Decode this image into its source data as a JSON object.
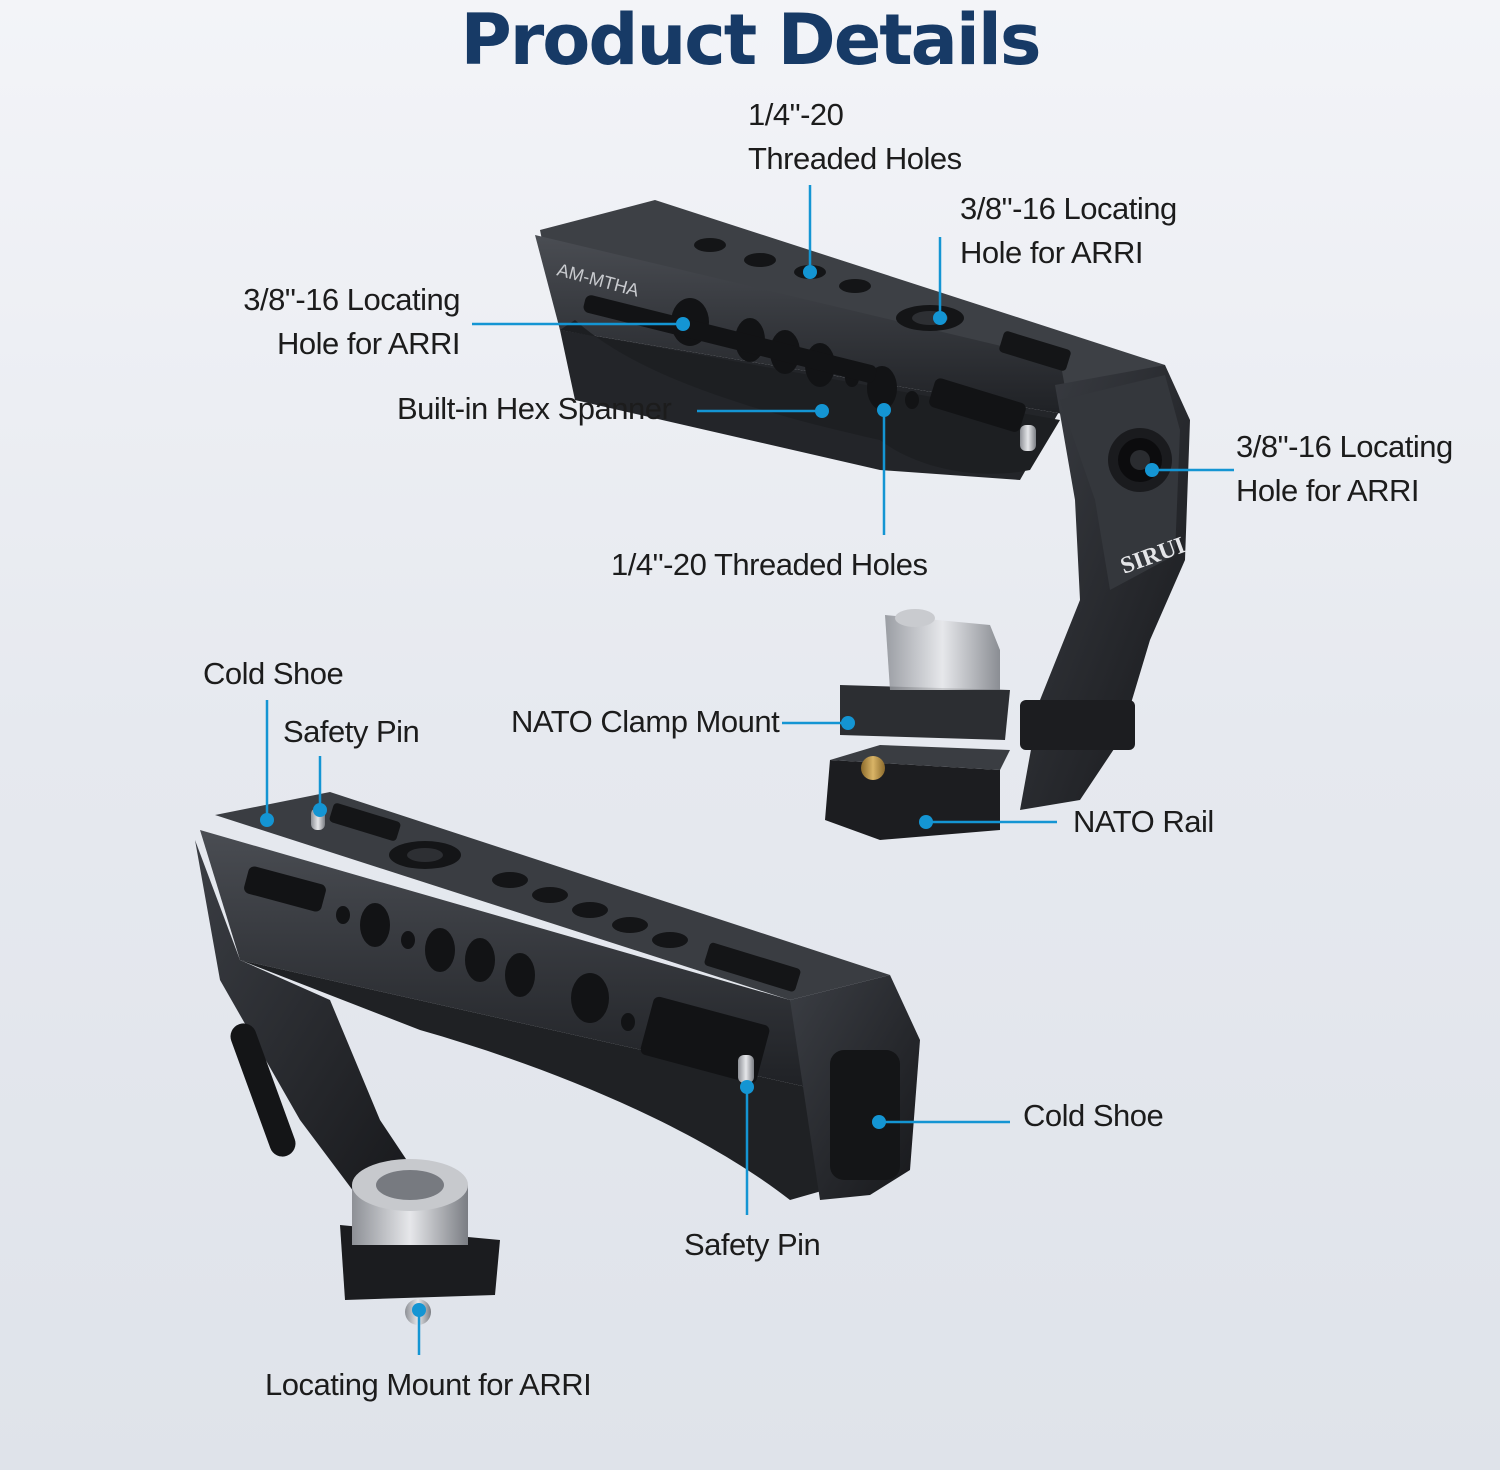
{
  "title": "Product Details",
  "brand_engraving": "SIRUI",
  "model_engraving": "AM-MTHA",
  "accent_color": "#1495d3",
  "metal_color": "#2a2c30",
  "labels": {
    "top_threaded_1": "1/4\"-20",
    "top_threaded_2": "Threaded Holes",
    "locating_top_right_1": "3/8\"-16 Locating",
    "locating_top_right_2": "Hole for ARRI",
    "locating_left_1": "3/8\"-16 Locating",
    "locating_left_2": "Hole for ARRI",
    "hex_spanner": "Built-in Hex Spanner",
    "locating_side_1": "3/8\"-16 Locating",
    "locating_side_2": "Hole for ARRI",
    "threaded_bottom": "1/4\"-20 Threaded Holes",
    "cold_shoe_left": "Cold Shoe",
    "safety_pin_left": "Safety Pin",
    "nato_clamp": "NATO Clamp Mount",
    "nato_rail": "NATO Rail",
    "cold_shoe_right": "Cold Shoe",
    "safety_pin_bottom": "Safety Pin",
    "locating_mount": "Locating Mount for ARRI"
  }
}
